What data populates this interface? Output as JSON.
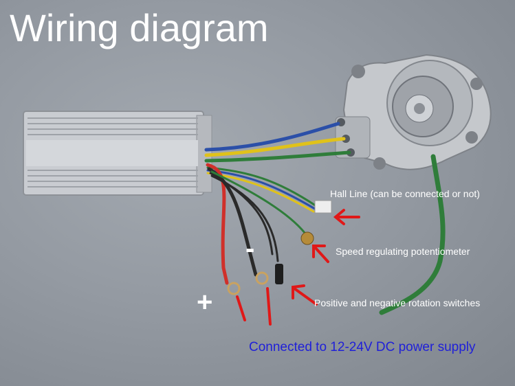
{
  "title": "Wiring diagram",
  "labels": {
    "hall_line": "Hall Line (can be connected or not)",
    "speed_pot": "Speed regulating potentiometer",
    "rotation_switch": "Positive and negative rotation switches",
    "plus": "+",
    "minus": "-",
    "power_supply": "Connected to 12-24V DC power supply"
  },
  "colors": {
    "title_text": "#ffffff",
    "annotation_text": "#ffffff",
    "power_text": "#2020d8",
    "arrow_red": "#e01818",
    "background": "#949aa2"
  },
  "icons": [
    "controller-box",
    "motor",
    "red-arrow"
  ]
}
